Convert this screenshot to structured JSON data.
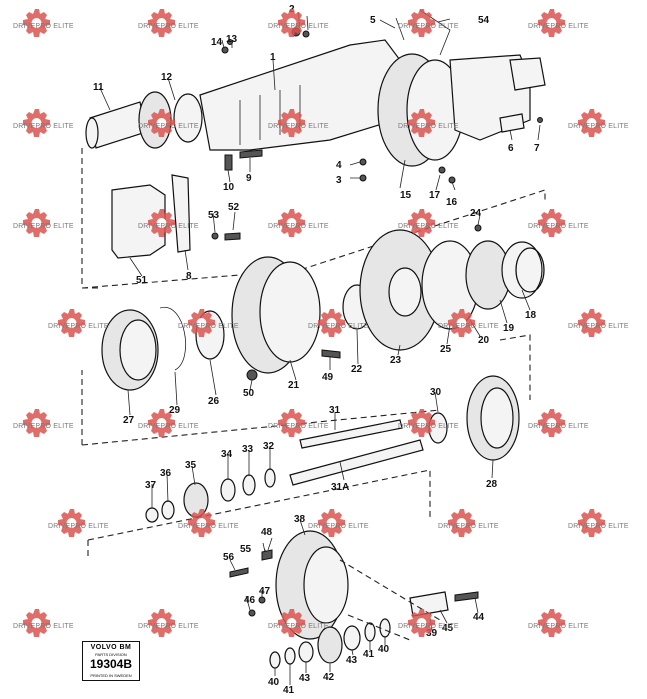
{
  "watermark": {
    "text": "DRIVEPRO ELITE",
    "color": "#d9534f"
  },
  "logo": {
    "brand": "VOLVO BM",
    "subtitle": "PARTS DIVISION",
    "code": "19304B",
    "footer": "PRINTED IN SWEDEN"
  },
  "callouts": [
    {
      "id": "c1",
      "label": "1"
    },
    {
      "id": "c2",
      "label": "2"
    },
    {
      "id": "c3",
      "label": "3"
    },
    {
      "id": "c4",
      "label": "4"
    },
    {
      "id": "c5",
      "label": "5"
    },
    {
      "id": "c6",
      "label": "6"
    },
    {
      "id": "c7",
      "label": "7"
    },
    {
      "id": "c8",
      "label": "8"
    },
    {
      "id": "c9",
      "label": "9"
    },
    {
      "id": "c10",
      "label": "10"
    },
    {
      "id": "c11",
      "label": "11"
    },
    {
      "id": "c12",
      "label": "12"
    },
    {
      "id": "c13",
      "label": "13"
    },
    {
      "id": "c14",
      "label": "14"
    },
    {
      "id": "c15",
      "label": "15"
    },
    {
      "id": "c16",
      "label": "16"
    },
    {
      "id": "c17",
      "label": "17"
    },
    {
      "id": "c18",
      "label": "18"
    },
    {
      "id": "c19",
      "label": "19"
    },
    {
      "id": "c20",
      "label": "20"
    },
    {
      "id": "c21",
      "label": "21"
    },
    {
      "id": "c22",
      "label": "22"
    },
    {
      "id": "c23",
      "label": "23"
    },
    {
      "id": "c24",
      "label": "24"
    },
    {
      "id": "c25",
      "label": "25"
    },
    {
      "id": "c26",
      "label": "26"
    },
    {
      "id": "c27",
      "label": "27"
    },
    {
      "id": "c28",
      "label": "28"
    },
    {
      "id": "c29",
      "label": "29"
    },
    {
      "id": "c30",
      "label": "30"
    },
    {
      "id": "c31",
      "label": "31"
    },
    {
      "id": "c31a",
      "label": "31A"
    },
    {
      "id": "c32",
      "label": "32"
    },
    {
      "id": "c33",
      "label": "33"
    },
    {
      "id": "c34",
      "label": "34"
    },
    {
      "id": "c35",
      "label": "35"
    },
    {
      "id": "c36",
      "label": "36"
    },
    {
      "id": "c37",
      "label": "37"
    },
    {
      "id": "c38",
      "label": "38"
    },
    {
      "id": "c39",
      "label": "39"
    },
    {
      "id": "c40a",
      "label": "40"
    },
    {
      "id": "c40b",
      "label": "40"
    },
    {
      "id": "c41a",
      "label": "41"
    },
    {
      "id": "c41b",
      "label": "41"
    },
    {
      "id": "c42",
      "label": "42"
    },
    {
      "id": "c43a",
      "label": "43"
    },
    {
      "id": "c43b",
      "label": "43"
    },
    {
      "id": "c44",
      "label": "44"
    },
    {
      "id": "c45",
      "label": "45"
    },
    {
      "id": "c46",
      "label": "46"
    },
    {
      "id": "c47",
      "label": "47"
    },
    {
      "id": "c48",
      "label": "48"
    },
    {
      "id": "c49",
      "label": "49"
    },
    {
      "id": "c50",
      "label": "50"
    },
    {
      "id": "c51",
      "label": "51"
    },
    {
      "id": "c52",
      "label": "52"
    },
    {
      "id": "c53",
      "label": "53"
    },
    {
      "id": "c54",
      "label": "54"
    },
    {
      "id": "c55",
      "label": "55"
    },
    {
      "id": "c56",
      "label": "56"
    }
  ]
}
